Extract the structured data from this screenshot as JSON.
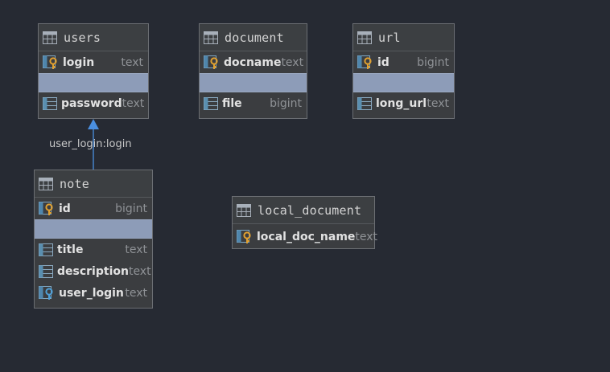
{
  "tables": {
    "users": {
      "name": "users",
      "rows": [
        {
          "column": "login",
          "type": "text",
          "kind": "pk"
        },
        {
          "column": "password",
          "type": "text",
          "kind": "col"
        }
      ]
    },
    "document": {
      "name": "document",
      "rows": [
        {
          "column": "docname",
          "type": "text",
          "kind": "pk"
        },
        {
          "column": "file",
          "type": "bigint",
          "kind": "col"
        }
      ]
    },
    "url": {
      "name": "url",
      "rows": [
        {
          "column": "id",
          "type": "bigint",
          "kind": "pk"
        },
        {
          "column": "long_url",
          "type": "text",
          "kind": "col"
        }
      ]
    },
    "note": {
      "name": "note",
      "rows": [
        {
          "column": "id",
          "type": "bigint",
          "kind": "pk"
        },
        {
          "column": "title",
          "type": "text",
          "kind": "col"
        },
        {
          "column": "description",
          "type": "text",
          "kind": "col"
        },
        {
          "column": "user_login",
          "type": "text",
          "kind": "fk"
        }
      ]
    },
    "local_document": {
      "name": "local_document",
      "rows": [
        {
          "column": "local_doc_name",
          "type": "text",
          "kind": "pk"
        }
      ]
    }
  },
  "relations": [
    {
      "from": "note.user_login",
      "to": "users.login",
      "label": "user_login:login"
    }
  ],
  "colors": {
    "background": "#262a33",
    "separator": "#8d9cb8",
    "arrow": "#4a8fe0",
    "key": "#e0a030",
    "column_icon": "#5a8fb0"
  }
}
